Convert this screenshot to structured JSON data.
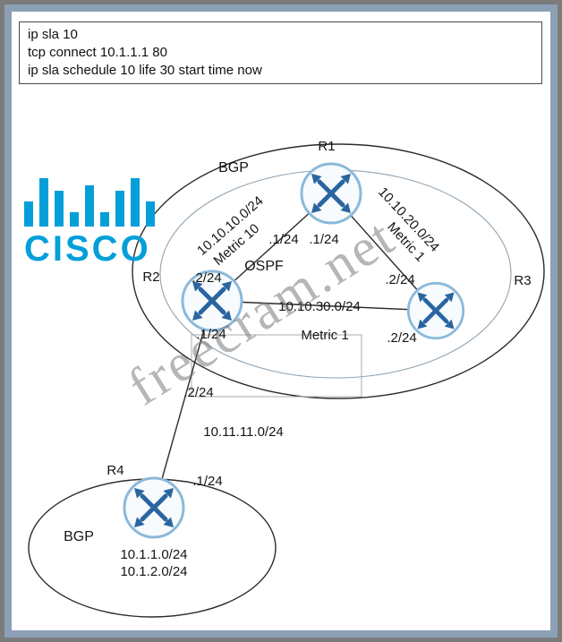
{
  "meta": {
    "watermark": "freecram.net"
  },
  "command_box": {
    "lines": [
      "ip sla 10",
      "tcp connect 10.1.1.1 80",
      "ip sla schedule 10 life 30 start time now"
    ]
  },
  "logo": {
    "text": "CISCO",
    "brand_color": "#049fd9"
  },
  "diagram": {
    "areas": {
      "bgp_top": "BGP",
      "ospf": "OSPF",
      "bgp_bottom": "BGP"
    },
    "routers": {
      "r1": "R1",
      "r2": "R2",
      "r3": "R3",
      "r4": "R4"
    },
    "links": {
      "r1_r2": {
        "network": "10.10.10.0/24",
        "metric": "Metric 10",
        "r1_if": ".1/24",
        "r2_if": ".2/24"
      },
      "r1_r3": {
        "network": "10.10.20.0/24",
        "metric": "Metric 1",
        "r1_if": ".1/24",
        "r3_if": ".2/24"
      },
      "r2_r3": {
        "network": "10.10.30.0/24",
        "metric": "Metric 1",
        "r2_if": ".1/24",
        "r3_if": ".2/24"
      },
      "r2_r4": {
        "network": "10.11.11.0/24",
        "r2_if": ".2/24",
        "r4_if": ".1/24"
      }
    },
    "bgp_networks": [
      "10.1.1.0/24",
      "10.1.2.0/24"
    ]
  },
  "colors": {
    "frame_outer": "#7b7b7b",
    "frame_inner": "#8ba0b5",
    "router_ring": "#8cb9da",
    "router_arrow": "#2a65a0",
    "line": "#2b2b2b"
  }
}
